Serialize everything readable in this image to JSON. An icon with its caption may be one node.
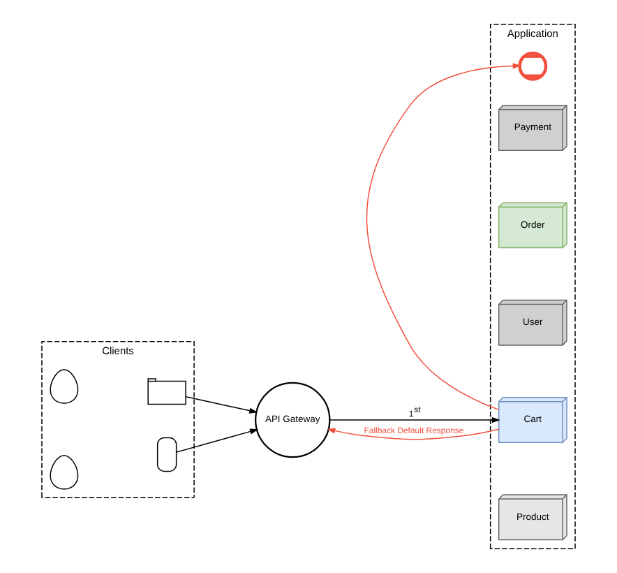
{
  "diagram": {
    "nodes": [
      {
        "text": [
          "Clients"
        ]
      },
      {
        "text": [],
        "shape": "person",
        "in": 0
      },
      {
        "text": [],
        "shape": "window",
        "in": 0
      },
      {
        "text": [],
        "shape": "person",
        "in": 0
      },
      {
        "text": [],
        "shape": "phone",
        "in": 0
      },
      {
        "text": [
          "API Gateway"
        ]
      },
      {
        "text": [
          "Application"
        ]
      },
      {
        "text": [
          "Product"
        ],
        "in": 6
      },
      {
        "text": [
          "Cart"
        ],
        "in": 6
      },
      {
        "text": [
          "User"
        ],
        "in": 6
      },
      {
        "text": [
          "Order"
        ],
        "in": 6
      },
      {
        "text": [],
        "shape": "cross",
        "in": 6
      },
      {
        "text": [
          "Payment"
        ],
        "in": 6
      }
    ],
    "edges": [
      {
        "from": 2,
        "to": 5,
        "arrow": "to"
      },
      {
        "from": 4,
        "to": 5,
        "arrow": "to"
      },
      {
        "from": 5,
        "to": 8,
        "arrow": "to",
        "label": "1$^{st}$"
      },
      {
        "from": 8,
        "to": 5,
        "arrow": "to",
        "label": "Fallback Default Response",
        "color": "#f0503c"
      },
      {
        "from": 8,
        "to": 11,
        "arrow": "to",
        "color": "#f0503c"
      }
    ]
  }
}
